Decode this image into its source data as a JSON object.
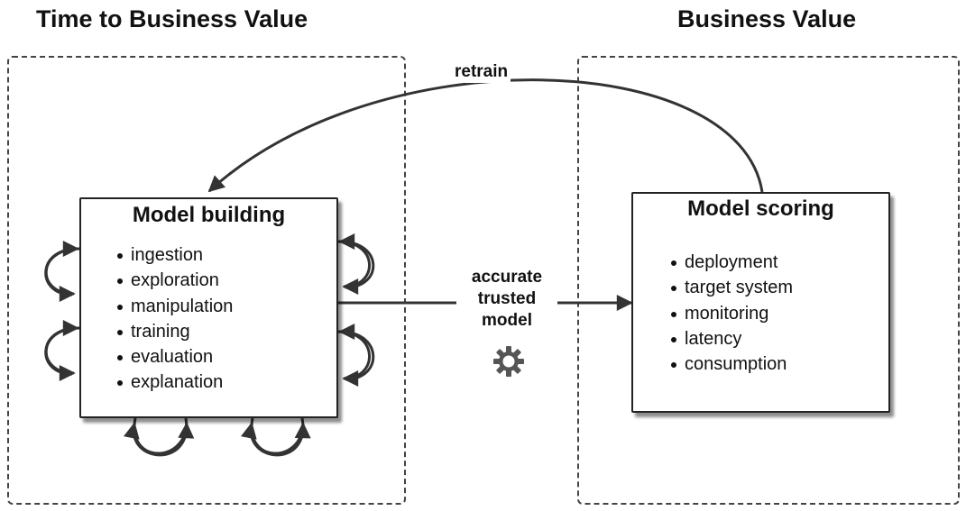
{
  "titles": {
    "left": "Time to Business Value",
    "right": "Business Value"
  },
  "model_building": {
    "title": "Model building",
    "items": [
      "ingestion",
      "exploration",
      "manipulation",
      "training",
      "evaluation",
      "explanation"
    ]
  },
  "model_scoring": {
    "title": "Model scoring",
    "items": [
      "deployment",
      "target system",
      "monitoring",
      "latency",
      "consumption"
    ]
  },
  "connectors": {
    "retrain_label": "retrain",
    "handoff_label": [
      "accurate",
      "trusted",
      "model"
    ]
  },
  "icons": {
    "gear": "gear-icon"
  },
  "colors": {
    "line": "#333333",
    "gear": "#555555",
    "dash": "#444444"
  }
}
